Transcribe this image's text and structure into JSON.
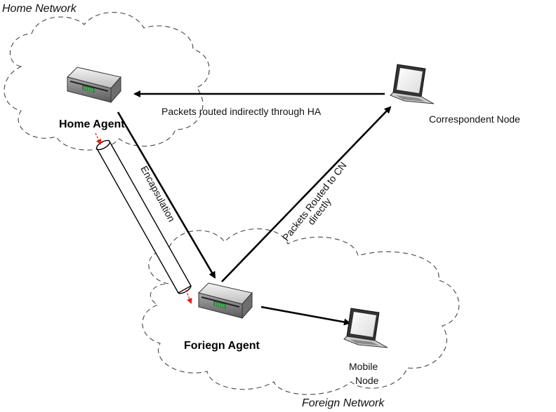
{
  "networks": {
    "home": "Home Network",
    "foreign": "Foreign Network"
  },
  "nodes": {
    "home_agent": "Home Agent",
    "foreign_agent": "Foriegn Agent",
    "correspondent": "Correspondent Node",
    "mobile_line1": "Mobile",
    "mobile_line2": "Node"
  },
  "edges": {
    "indirect": "Packets routed indirectly through HA",
    "tunnel": "Encapsulation",
    "direct_line1": "Packets Routed to CN",
    "direct_line2": "directly"
  },
  "icons": {
    "router": "router-icon",
    "laptop": "laptop-icon"
  },
  "colors": {
    "arrow": "#000000",
    "tunnel_marker": "#e0201a",
    "router_stripe": "#2e8b3e"
  }
}
